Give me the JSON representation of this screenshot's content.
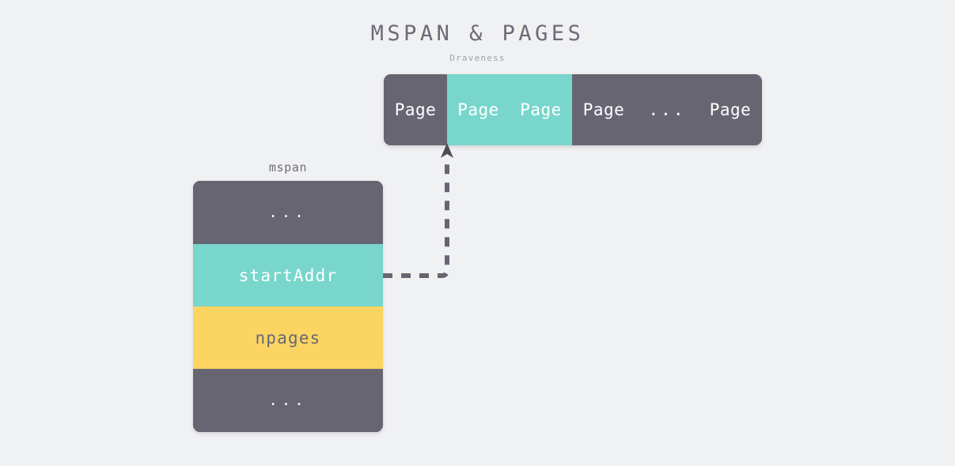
{
  "header": {
    "title": "MSPAN & PAGES",
    "subtitle": "Draveness"
  },
  "colors": {
    "background": "#f0f1f2",
    "dark": "#686573",
    "teal": "#78d6cc",
    "yellow": "#fcd462",
    "title_text": "#6d6a78",
    "subtitle_text": "#9ea4ae",
    "connector": "#686573"
  },
  "pages_bar": {
    "name": "pages",
    "cells": [
      {
        "label": "Page",
        "style": "dark",
        "width": 80,
        "highlighted": false
      },
      {
        "label": "Page",
        "style": "teal",
        "width": 79,
        "highlighted": true
      },
      {
        "label": "Page",
        "style": "teal",
        "width": 79,
        "highlighted": true
      },
      {
        "label": "Page",
        "style": "dark",
        "width": 80,
        "highlighted": false
      },
      {
        "label": "...",
        "style": "dark",
        "width": 80,
        "highlighted": false
      },
      {
        "label": "Page",
        "style": "dark",
        "width": 80,
        "highlighted": false
      }
    ]
  },
  "mspan": {
    "label": "mspan",
    "fields": [
      {
        "label": "...",
        "style": "dark",
        "height": 80
      },
      {
        "label": "startAddr",
        "style": "teal",
        "height": 79
      },
      {
        "label": "npages",
        "style": "yellow",
        "height": 79
      },
      {
        "label": "...",
        "style": "dark",
        "height": 80
      }
    ]
  },
  "connector": {
    "name": "startaddr-to-page-pointer",
    "from": "startAddr",
    "to": "Page",
    "style": "dashed",
    "arrow": "up"
  }
}
